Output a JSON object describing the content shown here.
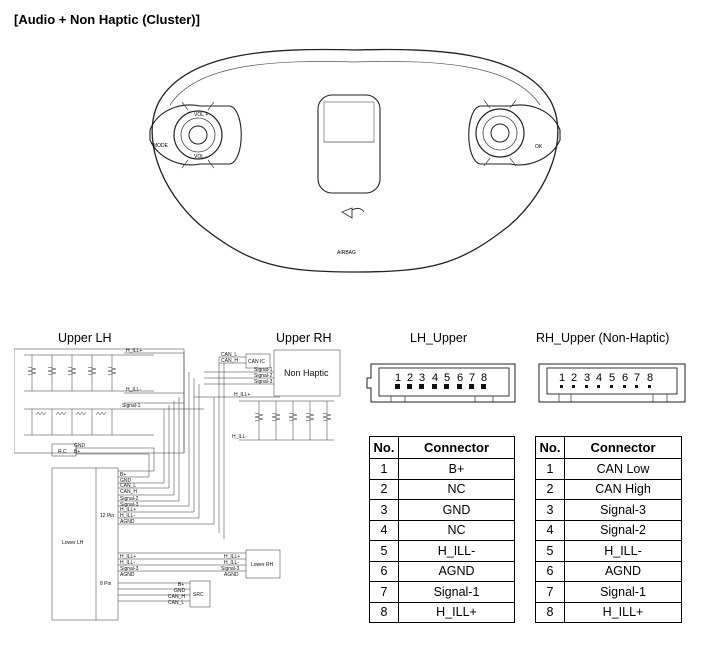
{
  "title": "[Audio + Non Haptic (Cluster)]",
  "steering": {
    "vol_up": "VOL +",
    "vol_down": "VOL -",
    "mode": "MODE",
    "ok": "OK",
    "airbag": "AIRBAG"
  },
  "schematic": {
    "upper_lh": "Upper LH",
    "upper_rh": "Upper RH",
    "non_haptic": "Non Haptic",
    "can_ic": "CAN IC",
    "lower_lh": "Lower LH",
    "lower_rh": "Lower RH",
    "src": "SRC",
    "pin12": "12 Pin",
    "pin8": "8 Pin",
    "rc": "R.C",
    "wires": {
      "h_ill_plus": "H_ILL+",
      "h_ill_minus": "H_ILL-",
      "signal_1": "Signal-1",
      "signal_2": "Signal-2",
      "signal_3": "Signal-3",
      "gnd": "GND",
      "b_plus": "B+",
      "can_l": "CAN_L",
      "can_h": "CAN_H",
      "agnd": "AGND"
    }
  },
  "lh_upper": {
    "title": "LH_Upper",
    "pins": [
      "1",
      "2",
      "3",
      "4",
      "5",
      "6",
      "7",
      "8"
    ]
  },
  "rh_upper": {
    "title": "RH_Upper (Non-Haptic)",
    "pins": [
      "1",
      "2",
      "3",
      "4",
      "5",
      "6",
      "7",
      "8"
    ]
  },
  "tables": {
    "header_no": "No.",
    "header_connector": "Connector",
    "lh_rows": [
      {
        "no": "1",
        "connector": "B+"
      },
      {
        "no": "2",
        "connector": "NC"
      },
      {
        "no": "3",
        "connector": "GND"
      },
      {
        "no": "4",
        "connector": "NC"
      },
      {
        "no": "5",
        "connector": "H_ILL-"
      },
      {
        "no": "6",
        "connector": "AGND"
      },
      {
        "no": "7",
        "connector": "Signal-1"
      },
      {
        "no": "8",
        "connector": "H_ILL+"
      }
    ],
    "rh_rows": [
      {
        "no": "1",
        "connector": "CAN Low"
      },
      {
        "no": "2",
        "connector": "CAN High"
      },
      {
        "no": "3",
        "connector": "Signal-3"
      },
      {
        "no": "4",
        "connector": "Signal-2"
      },
      {
        "no": "5",
        "connector": "H_ILL-"
      },
      {
        "no": "6",
        "connector": "AGND"
      },
      {
        "no": "7",
        "connector": "Signal-1"
      },
      {
        "no": "8",
        "connector": "H_ILL+"
      }
    ]
  }
}
